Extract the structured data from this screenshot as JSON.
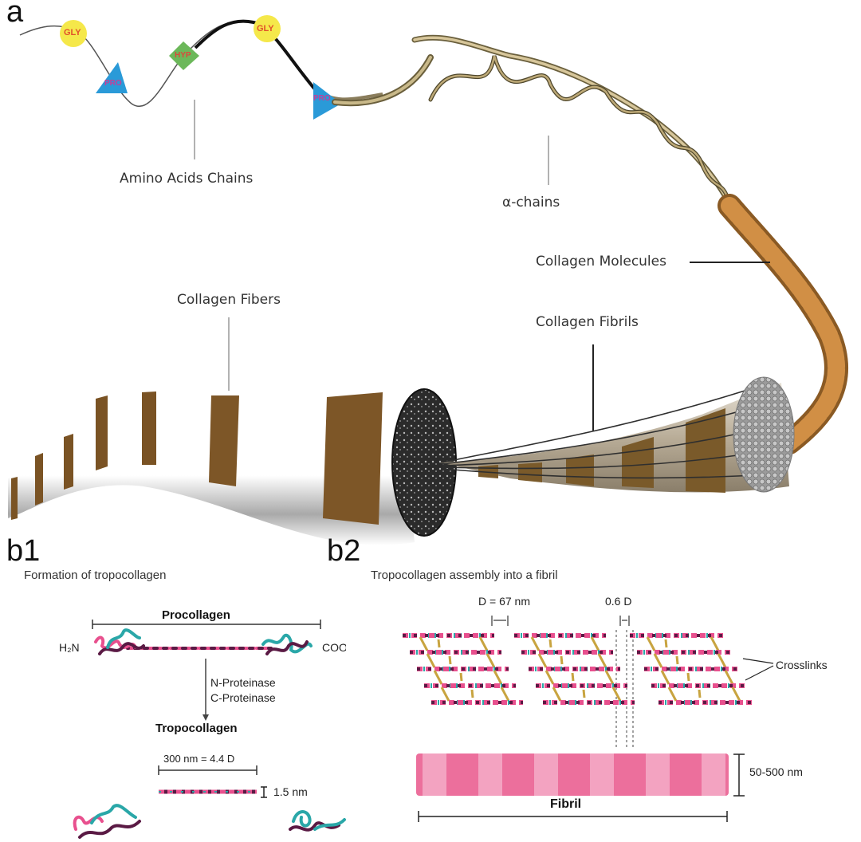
{
  "panels": {
    "a": {
      "label": "a",
      "residues": [
        {
          "name": "GLY",
          "shape": "circle",
          "color": "#f5e84a"
        },
        {
          "name": "PRO",
          "shape": "triangle",
          "color": "#2a9ad8"
        },
        {
          "name": "HYP",
          "shape": "diamond",
          "color": "#6cb85a"
        },
        {
          "name": "GLY",
          "shape": "circle",
          "color": "#f5e84a"
        },
        {
          "name": "PRO",
          "shape": "triangle",
          "color": "#2a9ad8"
        }
      ],
      "callouts": {
        "amino_acids": "Amino Acids Chains",
        "alpha_chains": "α-chains",
        "molecules": "Collagen Molecules",
        "fibrils": "Collagen Fibrils",
        "fibers": "Collagen Fibers"
      }
    },
    "b1": {
      "label": "b1",
      "title": "Formation of tropocollagen",
      "procollagen": "Procollagen",
      "n_terminus": "H₂N",
      "c_terminus": "COOH",
      "enzyme_1": "N-Proteinase",
      "enzyme_2": "C-Proteinase",
      "tropocollagen": "Tropocollagen",
      "length": "300 nm = 4.4 D",
      "width": "1.5 nm"
    },
    "b2": {
      "label": "b2",
      "title": "Tropocollagen assembly into a fibril",
      "d_period": "D = 67 nm",
      "gap": "0.6 D",
      "crosslinks": "Crosslinks",
      "fibril": "Fibril",
      "diameter": "50-500 nm"
    }
  },
  "colors": {
    "pink": "#e8508e",
    "teal": "#2aa7a8",
    "plum": "#5a1a44",
    "crosslink": "#c8a440",
    "fiber_brown": "#7a5324",
    "molecule_orange": "#c98a45",
    "fibril_pink": "#ee6f9d",
    "fibril_light": "#f5a6c3"
  }
}
